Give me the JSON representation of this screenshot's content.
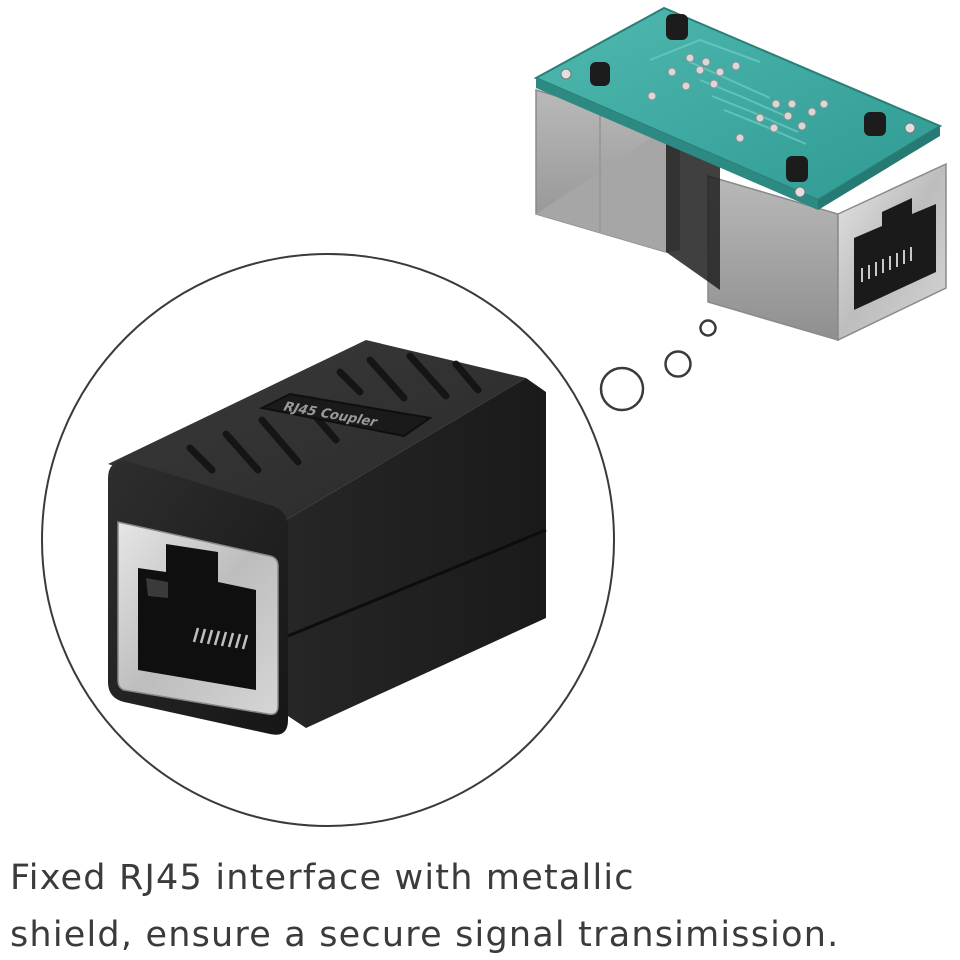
{
  "product_image": {
    "coupler_label": "RJ45 Coupler",
    "colors": {
      "housing": "#232323",
      "metal_shield": "#c9c9c9",
      "pcb": "#3aa8a0",
      "background": "#ffffff"
    }
  },
  "caption": {
    "line1": "Fixed RJ45 interface with metallic",
    "line2": "shield, ensure a secure signal transimission."
  }
}
